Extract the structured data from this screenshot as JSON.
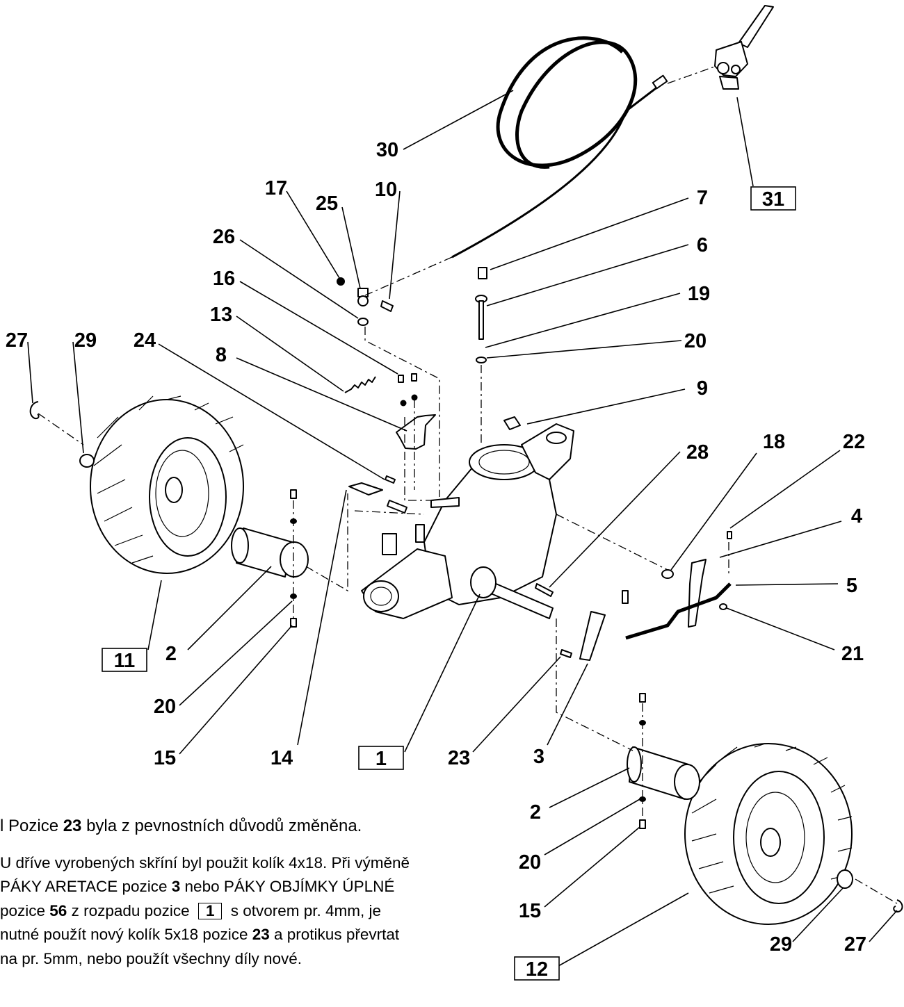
{
  "callouts": {
    "c27a": "27",
    "c29a": "29",
    "c24": "24",
    "c8": "8",
    "c13": "13",
    "c16": "16",
    "c26": "26",
    "c17": "17",
    "c25": "25",
    "c10": "10",
    "c30": "30",
    "c31": "31",
    "c7": "7",
    "c6": "6",
    "c19": "19",
    "c20a": "20",
    "c9": "9",
    "c28": "28",
    "c18": "18",
    "c22": "22",
    "c4": "4",
    "c5": "5",
    "c21": "21",
    "c11": "11",
    "c2a": "2",
    "c20b": "20",
    "c15a": "15",
    "c14": "14",
    "c1": "1",
    "c23": "23",
    "c3": "3",
    "c2b": "2",
    "c20c": "20",
    "c15b": "15",
    "c29b": "29",
    "c27b": "27",
    "c12": "12"
  },
  "notes": {
    "line1_pre": "l Pozice ",
    "line1_num": "23",
    "line1_post": "  byla z pevnostních důvodů změněna.",
    "line2": "U dříve vyrobených skříní byl použit kolík 4x18. Při výměně",
    "line3_pre": "PÁKY ARETACE pozice  ",
    "line3_num": "3",
    "line3_post": "  nebo PÁKY OBJÍMKY ÚPLNÉ",
    "line4_pre": "pozice ",
    "line4_num": "56",
    "line4_mid": " z rozpadu pozice ",
    "line4_box": "1",
    "line4_post": " s otvorem pr. 4mm, je",
    "line5_pre": "nutné použít nový kolík 5x18 pozice  ",
    "line5_num": "23",
    "line5_post": "  a protikus převrtat",
    "line6": "na pr. 5mm, nebo použít všechny díly nové."
  }
}
